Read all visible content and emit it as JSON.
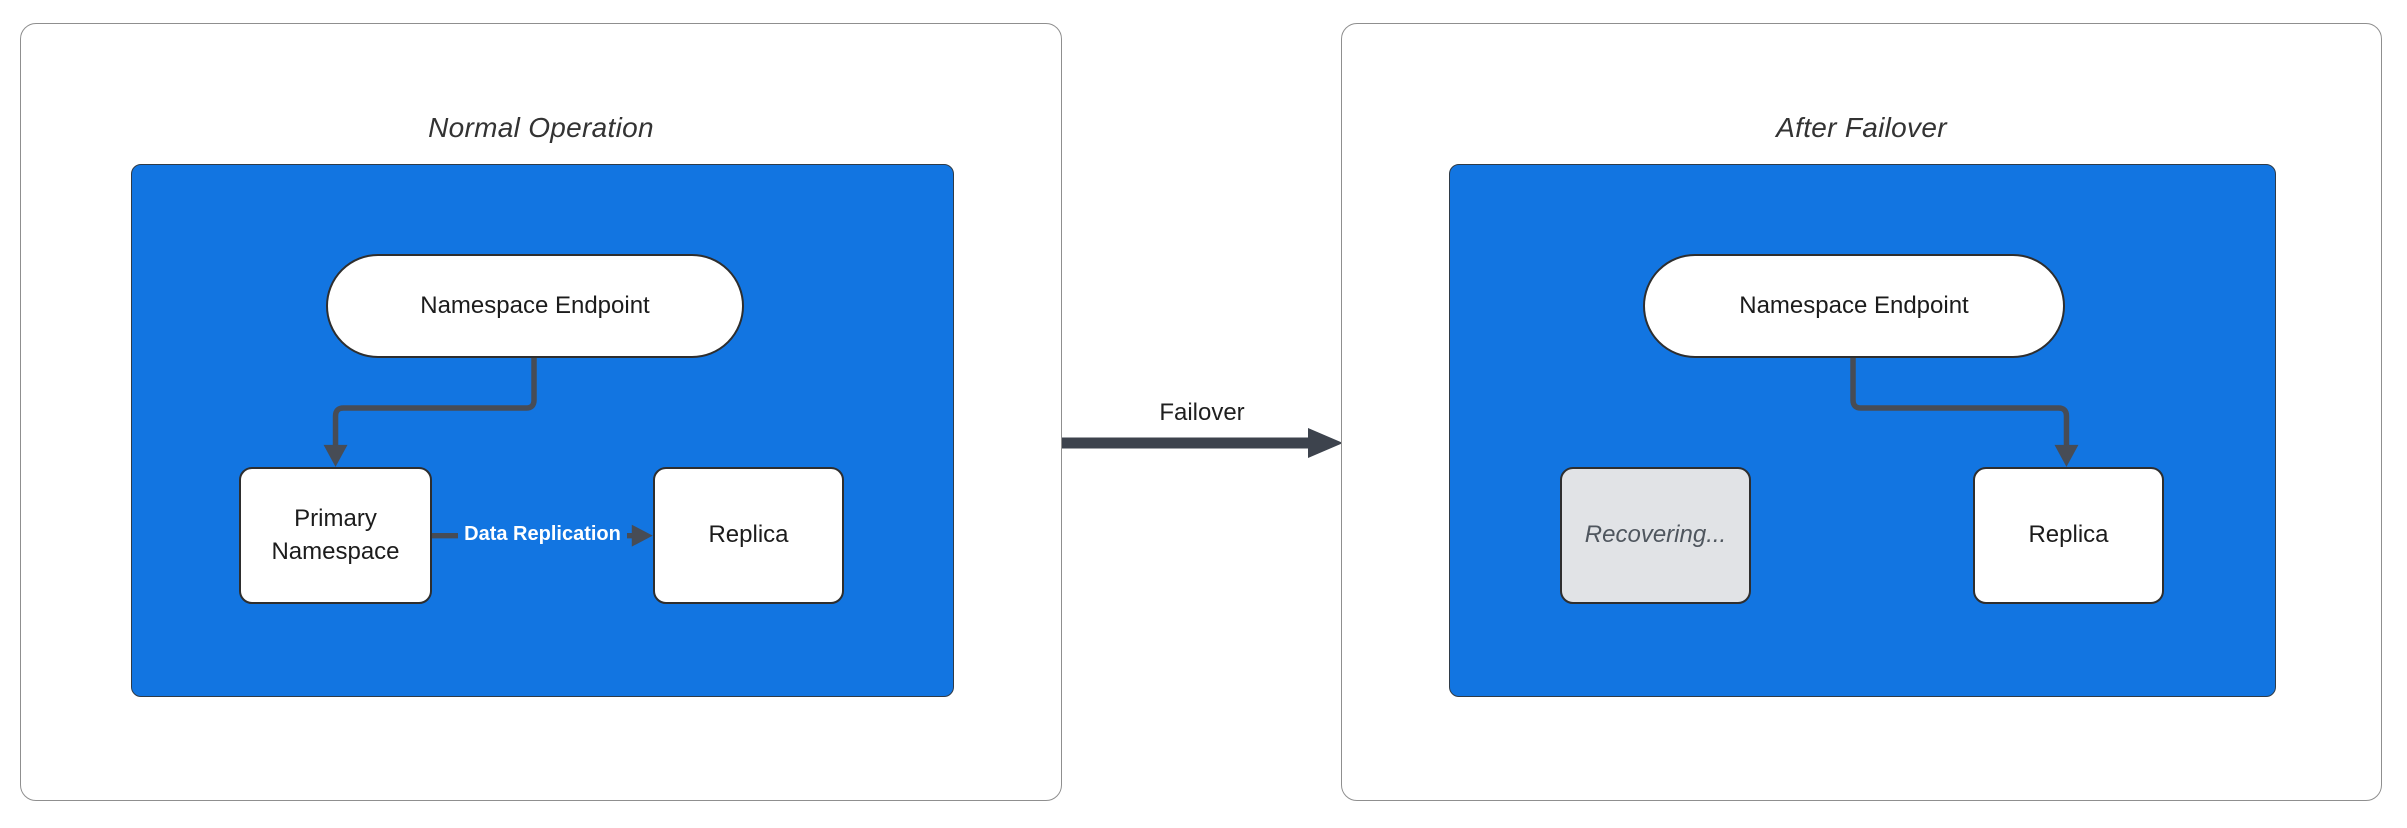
{
  "diagram": {
    "transition": {
      "label": "Failover"
    },
    "panels": [
      {
        "title": "Normal Operation",
        "nodes": {
          "endpoint": "Namespace Endpoint",
          "primary": "Primary Namespace",
          "replica": "Replica"
        },
        "edges": {
          "replication_label": "Data Replication"
        }
      },
      {
        "title": "After Failover",
        "nodes": {
          "endpoint": "Namespace Endpoint",
          "recovering": "Recovering...",
          "replica": "Replica"
        }
      }
    ],
    "colors": {
      "container_fill": "#1275e1",
      "node_fill": "#ffffff",
      "node_border": "#2e2e2e",
      "edge_stroke": "#474c55",
      "transition_arrow": "#3d434d",
      "edge_label_text": "#ffffff",
      "disabled_fill": "#e1e3e6",
      "disabled_text": "#4f565e",
      "panel_border": "#8f8f8f",
      "title_text": "#333333"
    }
  }
}
